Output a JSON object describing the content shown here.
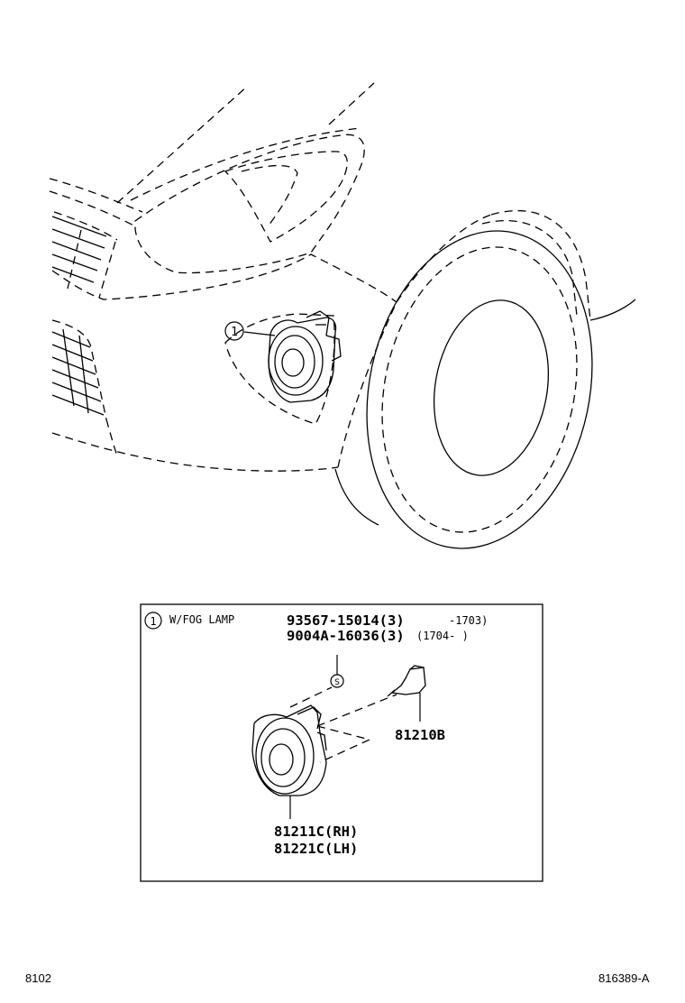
{
  "callout": {
    "number": "1"
  },
  "inset": {
    "callout_number": "1",
    "condition": "W/FOG LAMP",
    "parts": [
      {
        "part_no": "93567-15014",
        "qty": "(3)",
        "range": "-1703)"
      },
      {
        "part_no": "9004A-16036",
        "qty": "(3)",
        "range": "(1704-    )"
      }
    ],
    "bulb_part": "81210B",
    "lamp_part_rh": "81211C(RH)",
    "lamp_part_lh": "81221C(LH)",
    "screw_symbol": "S"
  },
  "footer": {
    "section_code": "8102",
    "drawing_code": "816389-A"
  }
}
